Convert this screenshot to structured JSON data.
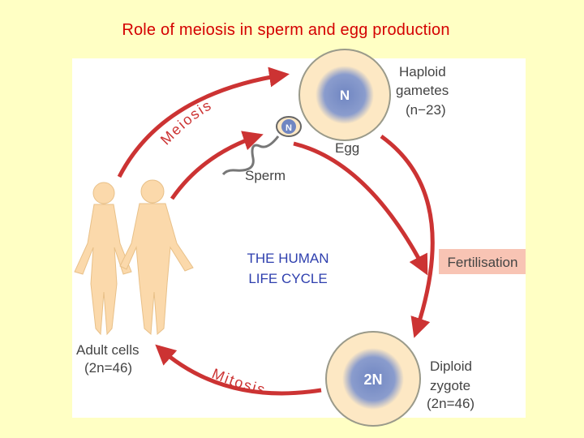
{
  "slide": {
    "title": "Role of meiosis in sperm and egg production"
  },
  "diagram": {
    "center_label": [
      "THE HUMAN",
      "LIFE CYCLE"
    ],
    "haploid_label": [
      "Haploid",
      "gametes",
      "(n−23)"
    ],
    "egg_nucleus": "N",
    "sperm_nucleus": "N",
    "egg_label": "Egg",
    "sperm_label": "Sperm",
    "meiosis_label": "Meiosis",
    "fertilisation_label": "Fertilisation",
    "zygote_nucleus": "2N",
    "diploid_label": [
      "Diploid",
      "zygote",
      "(2n=46)"
    ],
    "mitosis_label": "Mitosis",
    "adult_label": [
      "Adult cells",
      "(2n=46)"
    ]
  },
  "colors": {
    "background": "#ffffc4",
    "title": "#d40000",
    "arrow": "#cc3333",
    "fertilisation_bg": "#f8c4b4",
    "cell_fill": "#fde8c4",
    "nucleus": "#7b8fc4",
    "body_fill": "#fbd9ab"
  }
}
